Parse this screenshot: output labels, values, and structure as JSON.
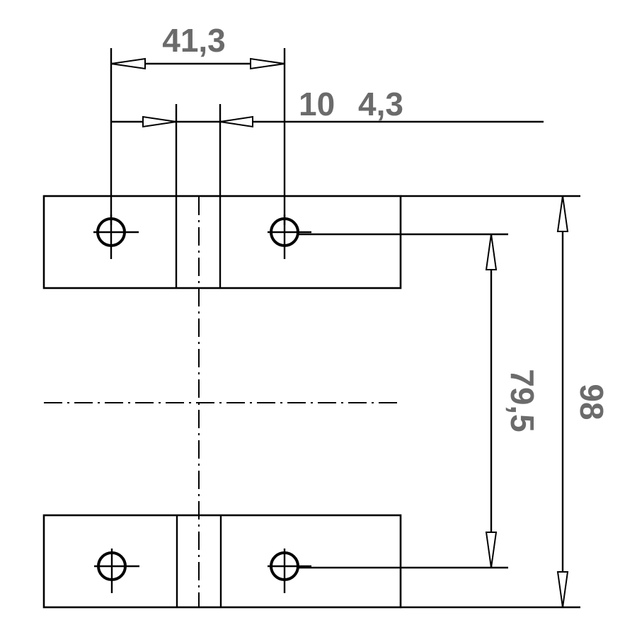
{
  "drawing": {
    "dimensions": {
      "hole_spacing_horizontal": "41,3",
      "slot_width": "10",
      "edge_offset": "4,3",
      "hole_spacing_vertical": "79,5",
      "overall_height": "98"
    },
    "colors": {
      "line": "#000000",
      "dimension_text": "#6b6b6b",
      "background": "#ffffff"
    }
  }
}
